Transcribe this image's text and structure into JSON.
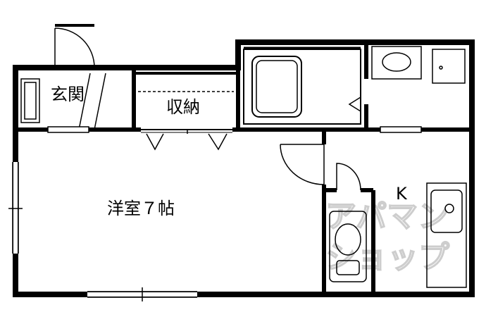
{
  "rooms": {
    "entrance": "玄関",
    "storage": "収納",
    "western_room": "洋室７帖",
    "kitchen": "K"
  },
  "watermark": {
    "line1": "アパマン",
    "line2": "ショップ"
  }
}
